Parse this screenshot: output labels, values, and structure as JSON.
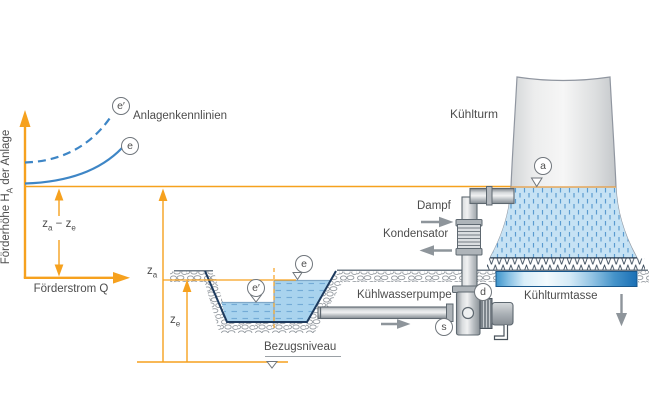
{
  "chart": {
    "y_axis_prefix": "Förderhöhe H",
    "y_axis_sub": "A",
    "y_axis_suffix": " der Anlage",
    "x_axis_label": "Förderstrom Q",
    "curves_label": "Anlagenkennlinien"
  },
  "dims": {
    "z": "z",
    "sub_a": "a",
    "sub_e": "e",
    "minus": "−"
  },
  "labels": {
    "kuehlturm": "Kühlturm",
    "dampf": "Dampf",
    "kondensator": "Kondensator",
    "kuehlwasserpumpe": "Kühlwasserpumpe",
    "kuehlturmtasse": "Kühlturmtasse",
    "bezugsniveau": "Bezugsniveau"
  },
  "markers": {
    "a": "a",
    "d": "d",
    "s": "s",
    "e": "e",
    "e_prime": "e′"
  },
  "colors": {
    "accent_orange": "#F6A11E",
    "curve_blue": "#3E86C6",
    "outline_navy": "#1C3A5E",
    "water_fill": "#A9D3EE",
    "tower_water": "#C6E2F4",
    "tasse_dark_blue": "#1A6FB5",
    "pipe_gray": "#B9BEC2",
    "arrow_gray": "#8E959B"
  }
}
